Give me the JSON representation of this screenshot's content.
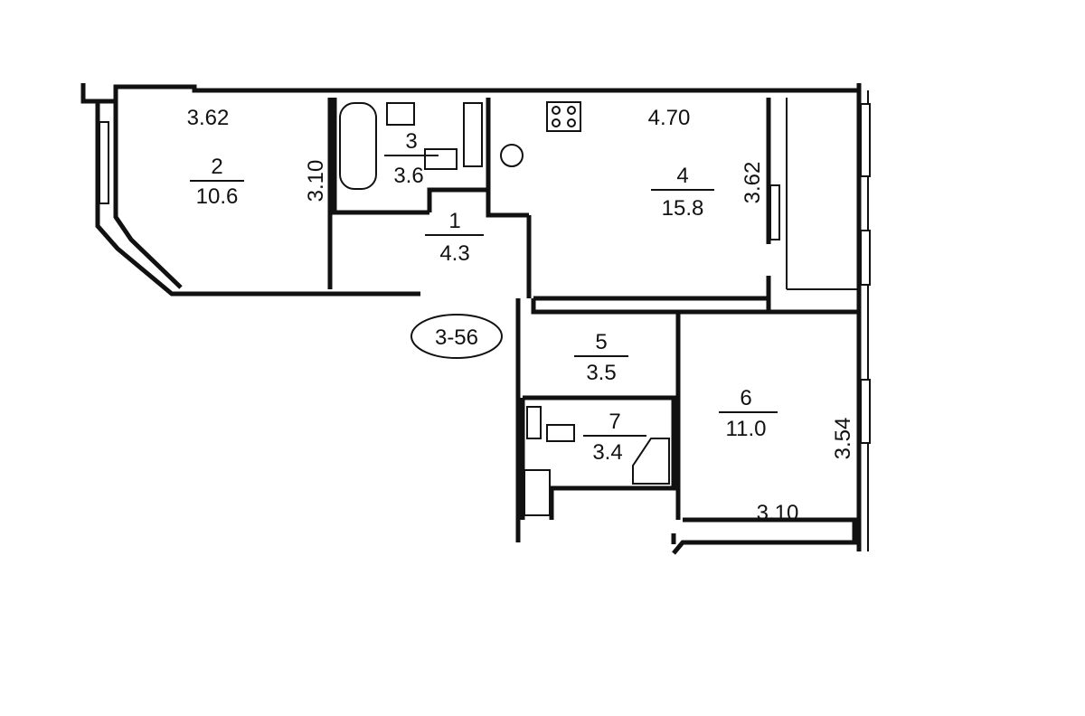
{
  "plan": {
    "apartment_id": "3-56",
    "rooms": [
      {
        "number": "1",
        "area": "4.3"
      },
      {
        "number": "2",
        "area": "10.6"
      },
      {
        "number": "3",
        "area": "3.6"
      },
      {
        "number": "4",
        "area": "15.8"
      },
      {
        "number": "5",
        "area": "3.5"
      },
      {
        "number": "6",
        "area": "11.0"
      },
      {
        "number": "7",
        "area": "3.4"
      }
    ],
    "dimensions": {
      "room2_width": "3.62",
      "room2_depth": "3.10",
      "room4_width": "4.70",
      "room4_depth": "3.62",
      "room6_depth": "3.54",
      "room6_width": "3.10"
    }
  }
}
